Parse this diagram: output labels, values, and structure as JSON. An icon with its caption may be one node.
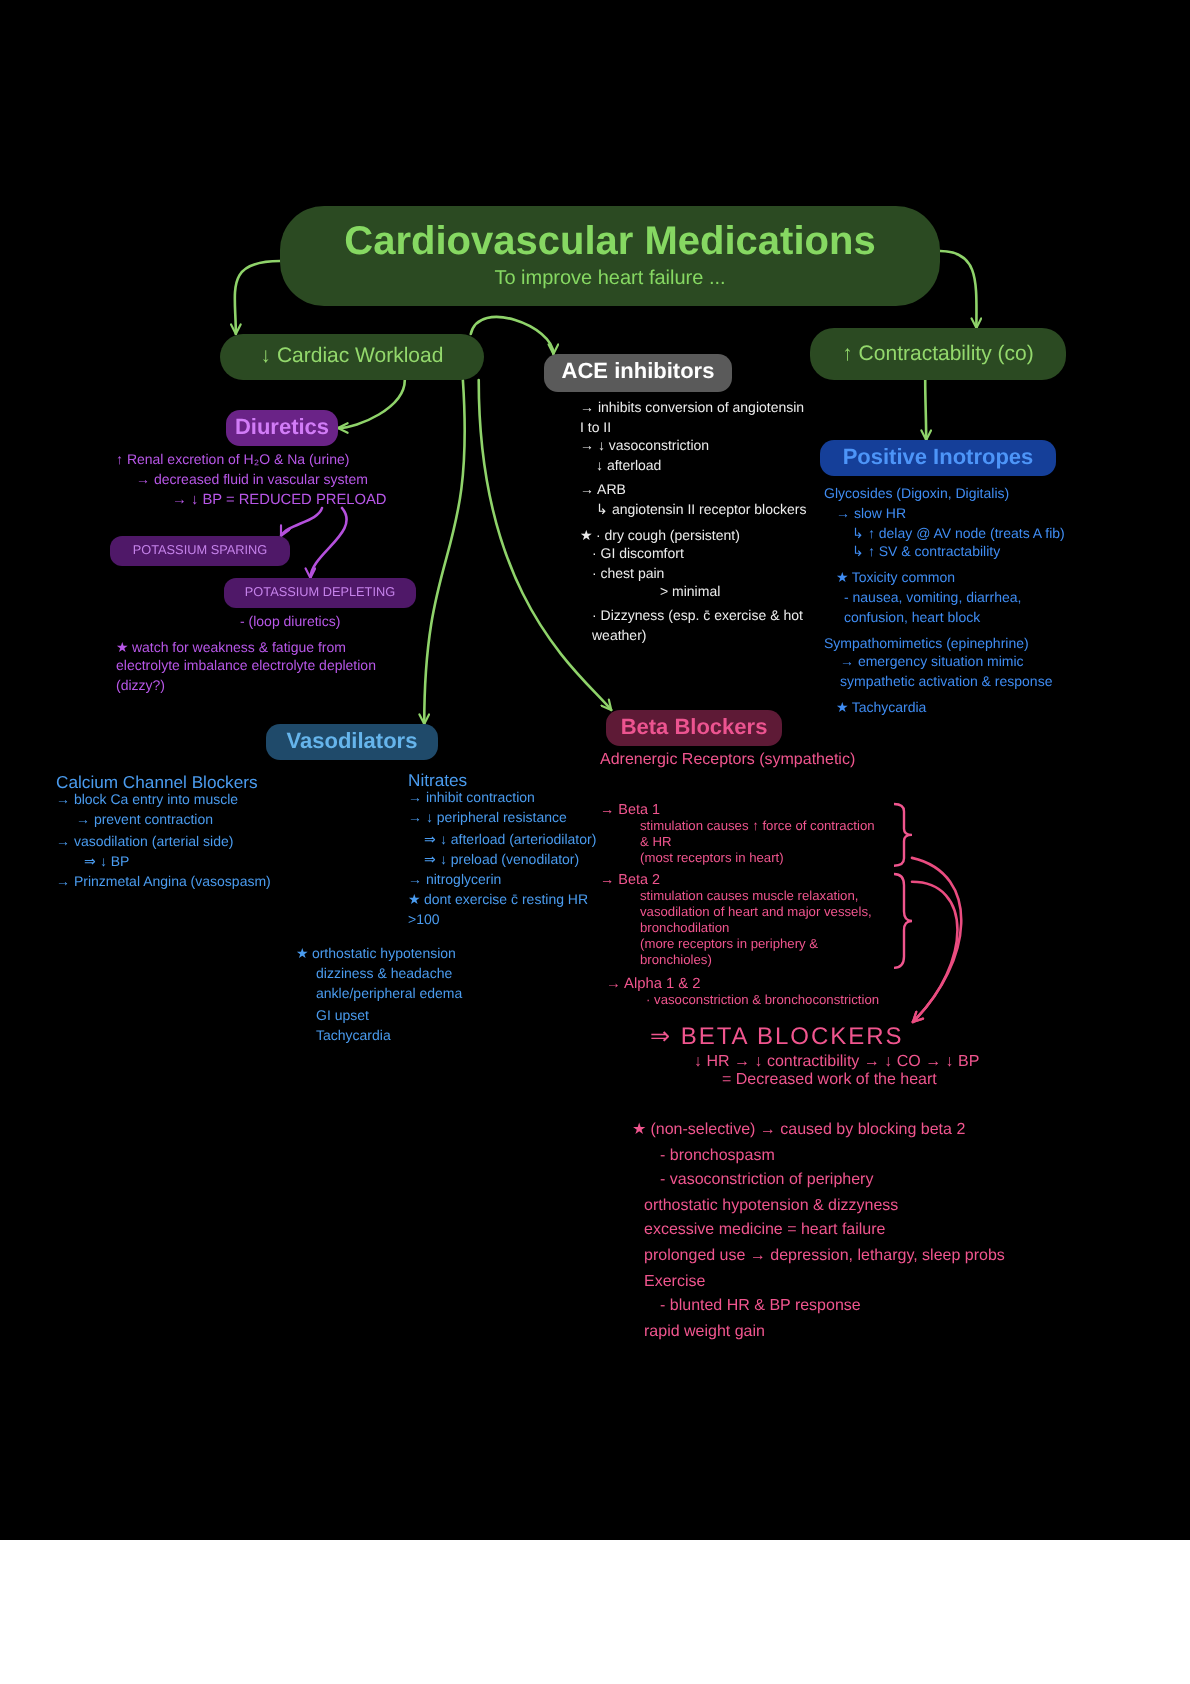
{
  "diagram": {
    "nodes": [
      {
        "text": [
          "Cardiovascular Medications",
          "To improve heart failure ..."
        ]
      },
      {
        "text": [
          "↓ Cardiac Workload"
        ]
      },
      {
        "text": [
          "↑ Contractability (co)"
        ]
      },
      {
        "text": [
          "ACE inhibitors"
        ],
        "beside": [
          "→ inhibits conversion of angiotensin I to II",
          "→ ↓ vasoconstriction",
          "↓ afterload",
          "→ ARB",
          "↳ angiotensin II receptor blockers",
          "★ · dry cough (persistent)",
          "· GI discomfort",
          "· chest pain",
          "> minimal",
          "· Dizzyness (esp. c̄ exercise & hot weather)"
        ]
      },
      {
        "text": [
          "Diuretics"
        ],
        "beside": [
          "↑ Renal excretion of H₂O & Na (urine)",
          "→ decreased fluid in vascular system"
        ]
      },
      {
        "text": [
          "→ ↓ BP = REDUCED PRELOAD"
        ]
      },
      {
        "text": [
          "POTASSIUM SPARING"
        ]
      },
      {
        "text": [
          "POTASSIUM DEPLETING"
        ],
        "beside": [
          "- (loop diuretics)",
          "★ watch for weakness & fatigue from electrolyte imbalance electrolyte depletion (dizzy?)"
        ]
      },
      {
        "text": [
          "Positive Inotropes"
        ],
        "beside": [
          "Glycosides (Digoxin, Digitalis)",
          "→ slow HR",
          "↳ ↑ delay @ AV node (treats A fib)",
          "↳ ↑ SV & contractability",
          "★ Toxicity common",
          "- nausea, vomiting, diarrhea, confusion, heart block",
          "Sympathomimetics (epinephrine)",
          "→ emergency situation mimic sympathetic activation & response",
          "★ Tachycardia"
        ]
      },
      {
        "text": [
          "Vasodilators"
        ],
        "beside": [
          "Calcium Channel Blockers",
          "→ block Ca entry into muscle",
          "→ prevent contraction",
          "→ vasodilation (arterial side)",
          "⇒ ↓ BP",
          "→ Prinzmetal Angina (vasospasm)",
          "Nitrates",
          "→ inhibit contraction",
          "→ ↓ peripheral resistance",
          "⇒ ↓ afterload (arteriodilator)",
          "⇒ ↓ preload (venodilator)",
          "→ nitroglycerin",
          "★ dont exercise c̄ resting HR >100",
          "★ orthostatic hypotension",
          "dizziness & headache",
          "ankle/peripheral edema",
          "GI upset",
          "Tachycardia"
        ]
      },
      {
        "text": [
          "Beta Blockers"
        ],
        "beside": [
          "Adrenergic Receptors (sympathetic)"
        ]
      },
      {
        "text": [
          "→ Beta 1",
          "stimulation causes ↑ force of contraction & HR",
          "(most receptors in heart)"
        ]
      },
      {
        "text": [
          "→ Beta 2",
          "stimulation causes muscle relaxation, vasodilation of heart and major vessels, bronchodilation",
          "(more receptors in periphery & bronchioles)"
        ],
        "beside": [
          "→ Alpha 1 & 2",
          "· vasoconstriction & bronchoconstriction"
        ]
      },
      {
        "text": [
          "⇒ BETA BLOCKERS",
          "↓ HR → ↓ contractibility → ↓ CO → ↓ BP",
          "= Decreased work of the heart"
        ],
        "beside": [
          "★ (non-selective) → caused by blocking beta 2",
          "- bronchospasm",
          "- vasoconstriction of periphery",
          "orthostatic hypotension & dizzyness",
          "excessive medicine = heart failure",
          "prolonged use → depression, lethargy, sleep probs",
          "Exercise",
          "- blunted HR & BP response",
          "rapid weight gain"
        ]
      }
    ],
    "edges": [
      {
        "from": 0,
        "to": 1,
        "arrow": "to"
      },
      {
        "from": 0,
        "to": 2,
        "arrow": "to"
      },
      {
        "from": 1,
        "to": 3,
        "arrow": "to"
      },
      {
        "from": 1,
        "to": 4,
        "arrow": "to"
      },
      {
        "from": 1,
        "to": 9,
        "arrow": "to"
      },
      {
        "from": 1,
        "to": 10,
        "arrow": "to"
      },
      {
        "from": 2,
        "to": 8,
        "arrow": "to"
      },
      {
        "from": 5,
        "to": 6,
        "arrow": "to",
        "color": "#b450dc"
      },
      {
        "from": 5,
        "to": 7,
        "arrow": "to",
        "color": "#b450dc"
      },
      {
        "from": 11,
        "to": 13,
        "arrow": "to",
        "color": "#ea4c80"
      },
      {
        "from": 12,
        "to": 13,
        "arrow": "to",
        "color": "#ea4c80"
      }
    ]
  }
}
